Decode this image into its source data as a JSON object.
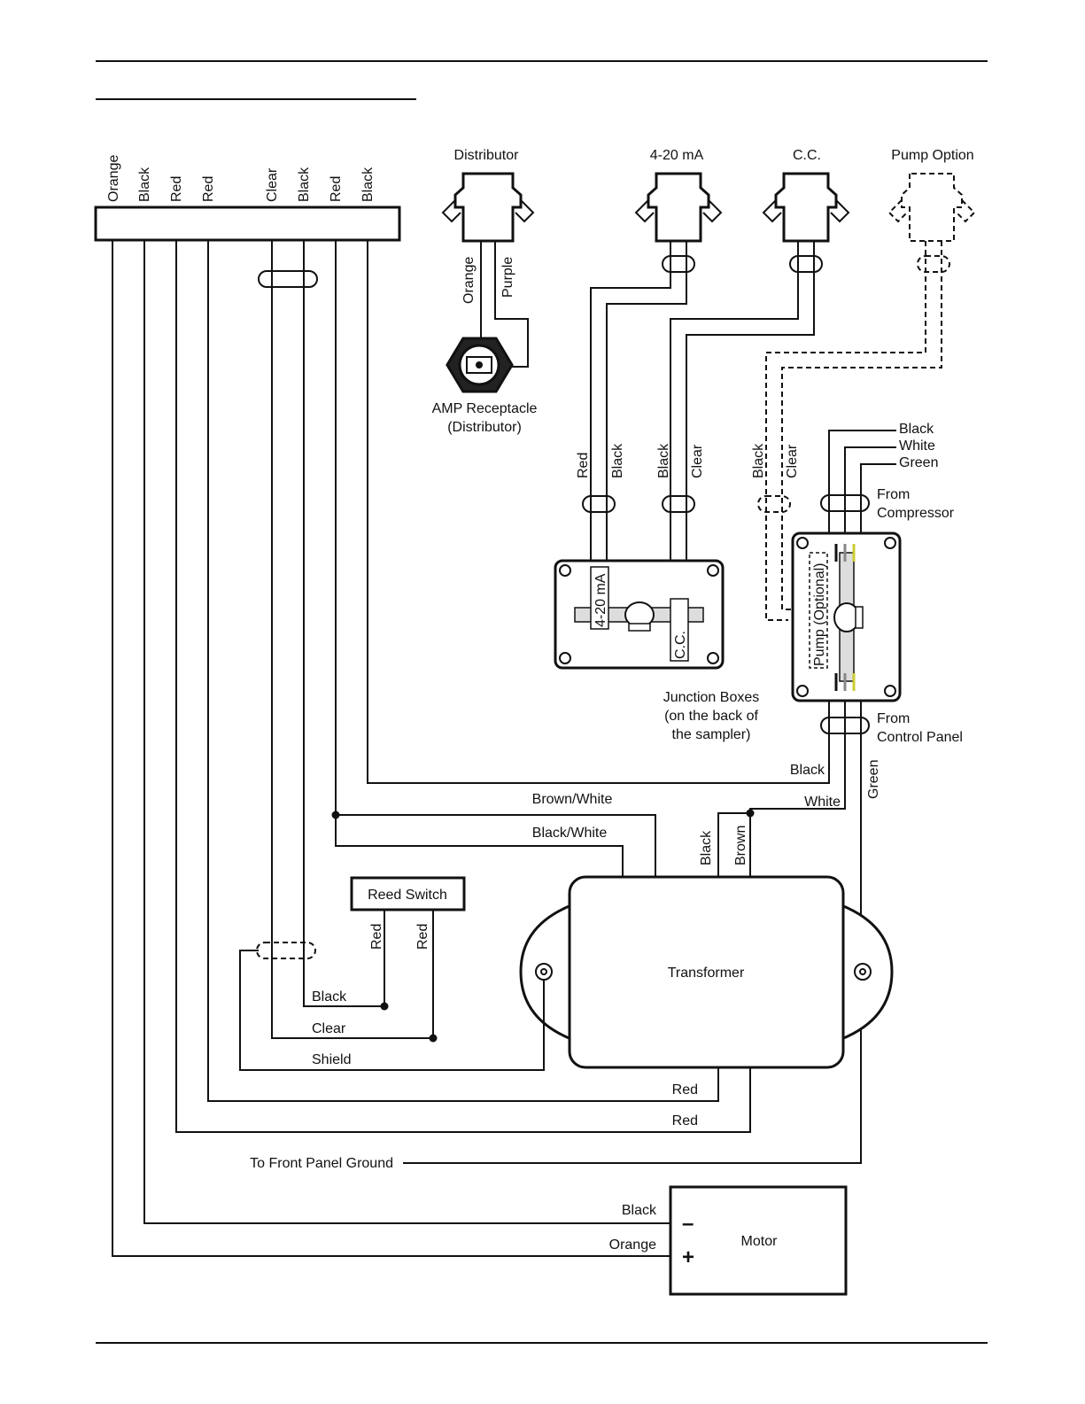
{
  "connector": {
    "wire_labels": [
      "Orange",
      "Black",
      "Red",
      "Red",
      "Clear",
      "Black",
      "Red",
      "Black"
    ]
  },
  "plugs": {
    "distributor": "Distributor",
    "ma": "4-20 mA",
    "cc": "C.C.",
    "pump_option": "Pump Option"
  },
  "distributor": {
    "wire_orange": "Orange",
    "wire_purple": "Purple",
    "amp_line1": "AMP Receptacle",
    "amp_line2": "(Distributor)"
  },
  "junction_wires": {
    "ma_red": "Red",
    "ma_black": "Black",
    "cc_black": "Black",
    "cc_clear": "Clear",
    "pump_black": "Black",
    "pump_clear": "Clear"
  },
  "compressor": {
    "black": "Black",
    "white": "White",
    "green": "Green",
    "from_line1": "From",
    "from_line2": "Compressor"
  },
  "junction_box_left": {
    "ma": "4-20 mA",
    "cc": "C.C."
  },
  "junction_box_right": {
    "pump": "Pump (Optional)"
  },
  "junction_caption": {
    "line1": "Junction Boxes",
    "line2": "(on the back of",
    "line3": "the sampler)"
  },
  "control_panel": {
    "from_line1": "From",
    "from_line2": "Control Panel",
    "black": "Black",
    "white": "White",
    "green": "Green"
  },
  "transformer_wires": {
    "brown_white": "Brown/White",
    "black_white": "Black/White",
    "black": "Black",
    "brown": "Brown",
    "red_1": "Red",
    "red_2": "Red"
  },
  "transformer": {
    "label": "Transformer"
  },
  "reed_switch": {
    "label": "Reed Switch",
    "red_1": "Red",
    "red_2": "Red"
  },
  "bottom_wires": {
    "black": "Black",
    "clear": "Clear",
    "shield": "Shield",
    "front_panel_ground": "To Front Panel Ground"
  },
  "motor": {
    "label": "Motor",
    "minus": "–",
    "plus": "+",
    "black": "Black",
    "orange": "Orange"
  }
}
